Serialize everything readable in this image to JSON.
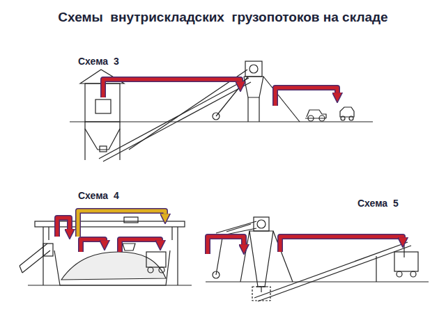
{
  "diagram": {
    "title": "Схемы  внутрискладских  грузопотоков на складе",
    "labels": [
      "Схема  3",
      "Схема  4",
      "Схема  5"
    ]
  }
}
